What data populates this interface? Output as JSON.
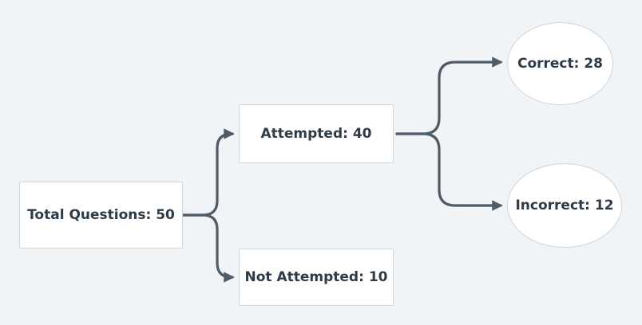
{
  "diagram": {
    "nodes": {
      "total": "Total Questions: 50",
      "attempted": "Attempted: 40",
      "not_attempted": "Not Attempted: 10",
      "correct": "Correct: 28",
      "incorrect": "Incorrect: 12"
    },
    "edges": [
      {
        "from": "total",
        "to": "attempted"
      },
      {
        "from": "total",
        "to": "not_attempted"
      },
      {
        "from": "attempted",
        "to": "correct"
      },
      {
        "from": "attempted",
        "to": "incorrect"
      }
    ],
    "colors": {
      "background": "#f1f4f7",
      "node_fill": "#ffffff",
      "node_border": "#cfd6dc",
      "text": "#2e3a46",
      "connector": "#4f5b67"
    }
  }
}
